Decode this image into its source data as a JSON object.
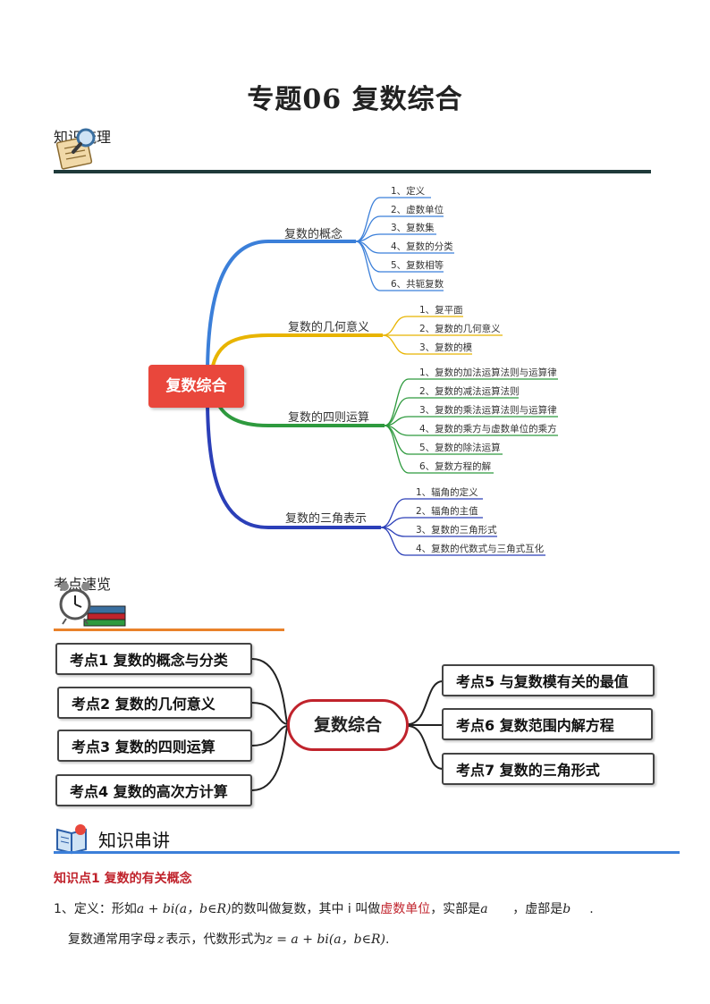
{
  "title": "专题06  复数综合",
  "sections": {
    "knowledge_map": "知识梳理",
    "overview": "考点速览",
    "lecture": "知识串讲"
  },
  "mindmap": {
    "root": "复数综合",
    "branches": [
      {
        "label": "复数的概念",
        "color": "#3b7fd9",
        "items": [
          "1、定义",
          "2、虚数单位",
          "3、复数集",
          "4、复数的分类",
          "5、复数相等",
          "6、共轭复数"
        ]
      },
      {
        "label": "复数的几何意义",
        "color": "#e8b400",
        "items": [
          "1、复平面",
          "2、复数的几何意义",
          "3、复数的模"
        ]
      },
      {
        "label": "复数的四则运算",
        "color": "#2e9a3e",
        "items": [
          "1、复数的加法运算法则与运算律",
          "2、复数的减法运算法则",
          "3、复数的乘法运算法则与运算律",
          "4、复数的乘方与虚数单位的乘方",
          "5、复数的除法运算",
          "6、复数方程的解"
        ]
      },
      {
        "label": "复数的三角表示",
        "color": "#2b3fb8",
        "items": [
          "1、辐角的定义",
          "2、辐角的主值",
          "3、复数的三角形式",
          "4、复数的代数式与三角式互化"
        ]
      }
    ]
  },
  "kaodian": {
    "center": "复数综合",
    "left": [
      "考点1  复数的概念与分类",
      "考点2  复数的几何意义",
      "考点3  复数的四则运算",
      "考点4  复数的高次方计算"
    ],
    "right": [
      "考点5  与复数模有关的最值",
      "考点6  复数范围内解方程",
      "考点7  复数的三角形式"
    ]
  },
  "knowledge_point": {
    "title": "知识点1    复数的有关概念",
    "line1": {
      "a": "1、定义：形如",
      "b": "a + bi(a，b∈R)",
      "c": "的数叫做复数，其中 i 叫做",
      "d": "虚数单位",
      "e": "，实部是",
      "f": "a",
      "g": "，虚部是",
      "h": "b",
      "i": "."
    },
    "line2": {
      "a": "复数通常用字母",
      "b": "z",
      "c": "表示，代数形式为",
      "d": "z = a + bi(a，b∈R)",
      "e": "."
    }
  }
}
